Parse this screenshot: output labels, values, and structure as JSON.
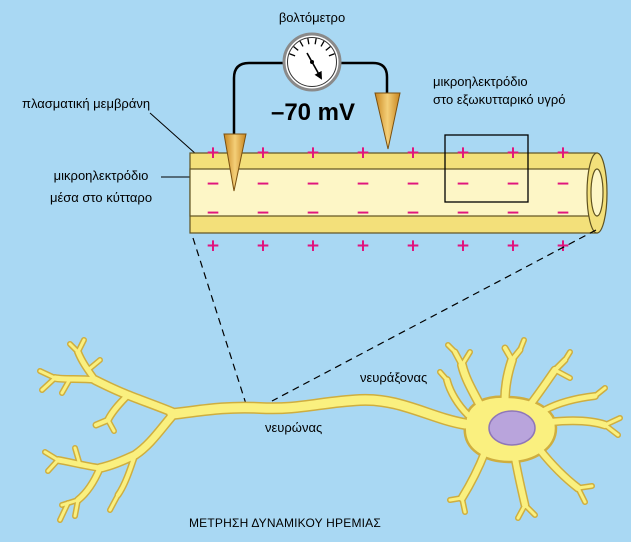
{
  "diagram": {
    "voltmeter_label": "βολτόμετρο",
    "voltage_reading": "–70 mV",
    "outer_electrode_label_line1": "μικροηλεκτρόδιο",
    "outer_electrode_label_line2": "στο εξωκυτταρικό υγρό",
    "membrane_label": "πλασματική μεμβράνη",
    "inner_electrode_label_line1": "μικροηλεκτρόδιο",
    "inner_electrode_label_line2": "μέσα στο κύτταρο",
    "axon_label": "νευράξονας",
    "neuron_label": "νευρώνας",
    "caption": "ΜΕΤΡΗΣΗ ΔΥΝΑΜΙΚΟΥ ΗΡΕΜΙΑΣ"
  },
  "charges": {
    "outside": "+",
    "inside": "−"
  },
  "colors": {
    "background": "#a9d8f3",
    "charge": "#e0157d",
    "membrane": "#f3e07a",
    "cytoplasm": "#fdf6c6",
    "electrode_dark": "#c8861f",
    "electrode_light": "#f4cf78",
    "neuron": "#faf07f",
    "neuron_outline": "#cfae3f",
    "nucleus": "#b9a4dc"
  }
}
